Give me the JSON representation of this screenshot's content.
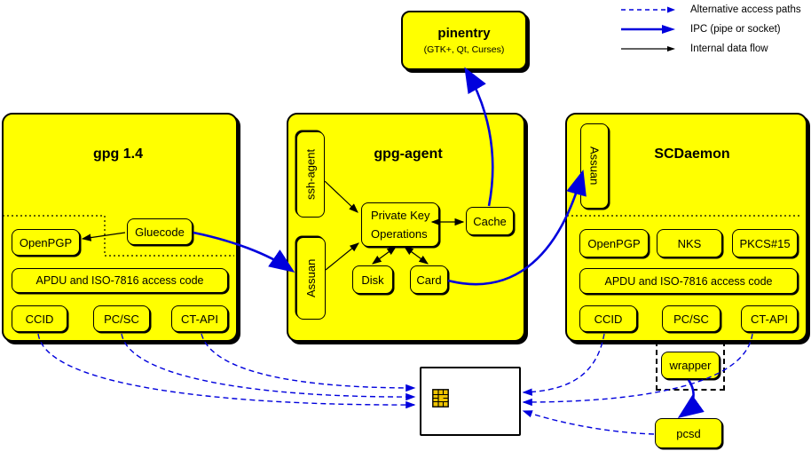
{
  "legend": {
    "items": [
      {
        "label": "Alternative access paths",
        "style": "dashed-blue"
      },
      {
        "label": "IPC (pipe or socket)",
        "style": "thick-blue"
      },
      {
        "label": "Internal data flow",
        "style": "black"
      }
    ]
  },
  "pinentry": {
    "title": "pinentry",
    "subtitle": "(GTK+, Qt, Curses)"
  },
  "gpg14": {
    "title": "gpg 1.4",
    "openpgp": "OpenPGP",
    "gluecode": "Gluecode",
    "apdu": "APDU and ISO-7816 access code",
    "ccid": "CCID",
    "pcsc": "PC/SC",
    "ctapi": "CT-API"
  },
  "gpgagent": {
    "title": "gpg-agent",
    "ssh_agent": "ssh-agent",
    "assuan": "Assuan",
    "pko_line1": "Private Key",
    "pko_line2": "Operations",
    "cache": "Cache",
    "disk": "Disk",
    "card": "Card"
  },
  "scdaemon": {
    "title": "SCDaemon",
    "assuan": "Assuan",
    "openpgp": "OpenPGP",
    "nks": "NKS",
    "pkcs15": "PKCS#15",
    "apdu": "APDU and ISO-7816 access code",
    "ccid": "CCID",
    "pcsc": "PC/SC",
    "ctapi": "CT-API"
  },
  "wrapper": {
    "label": "wrapper"
  },
  "pcsd": {
    "label": "pcsd"
  },
  "colors": {
    "box_fill": "#ffff00",
    "line_blue": "#0000dd",
    "line_black": "#000000"
  }
}
